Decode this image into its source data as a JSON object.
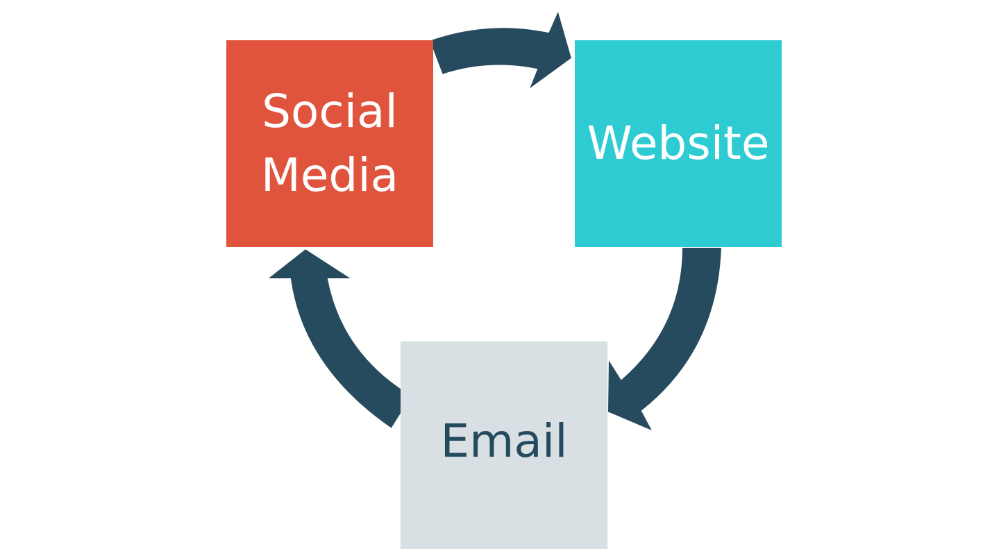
{
  "nodes": {
    "social": {
      "line1": "Social",
      "line2": "Media",
      "fill": "#E0533D",
      "text_color": "#FFFFFF"
    },
    "website": {
      "label": "Website",
      "fill": "#2ECBD3",
      "text_color": "#FFFFFF"
    },
    "email": {
      "label": "Email",
      "fill": "#D8E0E3",
      "text_color": "#254A5E"
    }
  },
  "arrows": {
    "color": "#264B5E",
    "flow": [
      "Social Media → Website",
      "Website → Email",
      "Email → Social Media"
    ]
  }
}
